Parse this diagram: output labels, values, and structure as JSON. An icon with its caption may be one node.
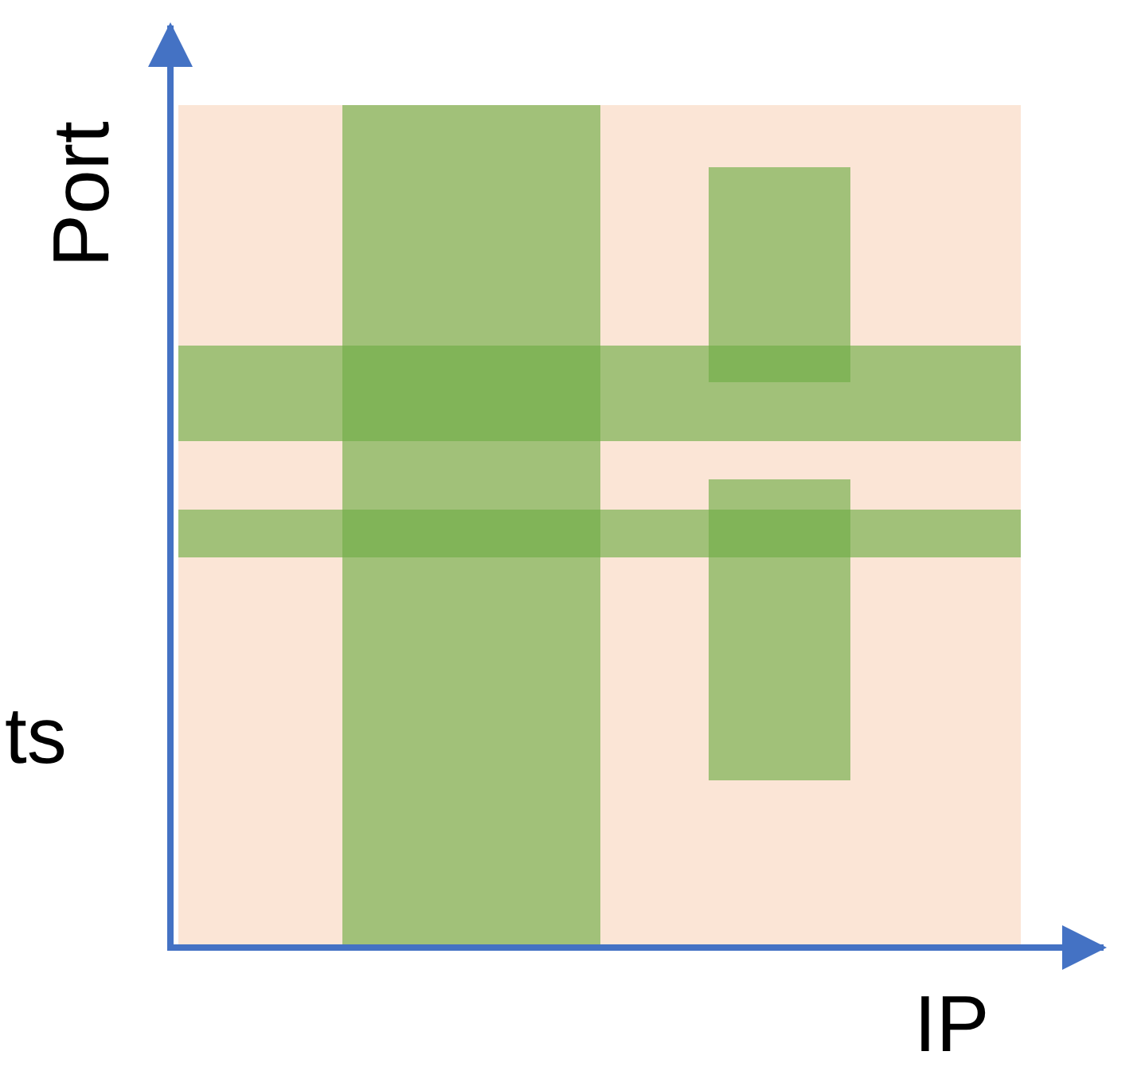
{
  "diagram": {
    "labels": [
      "Port",
      "ts",
      "IP"
    ]
  }
}
